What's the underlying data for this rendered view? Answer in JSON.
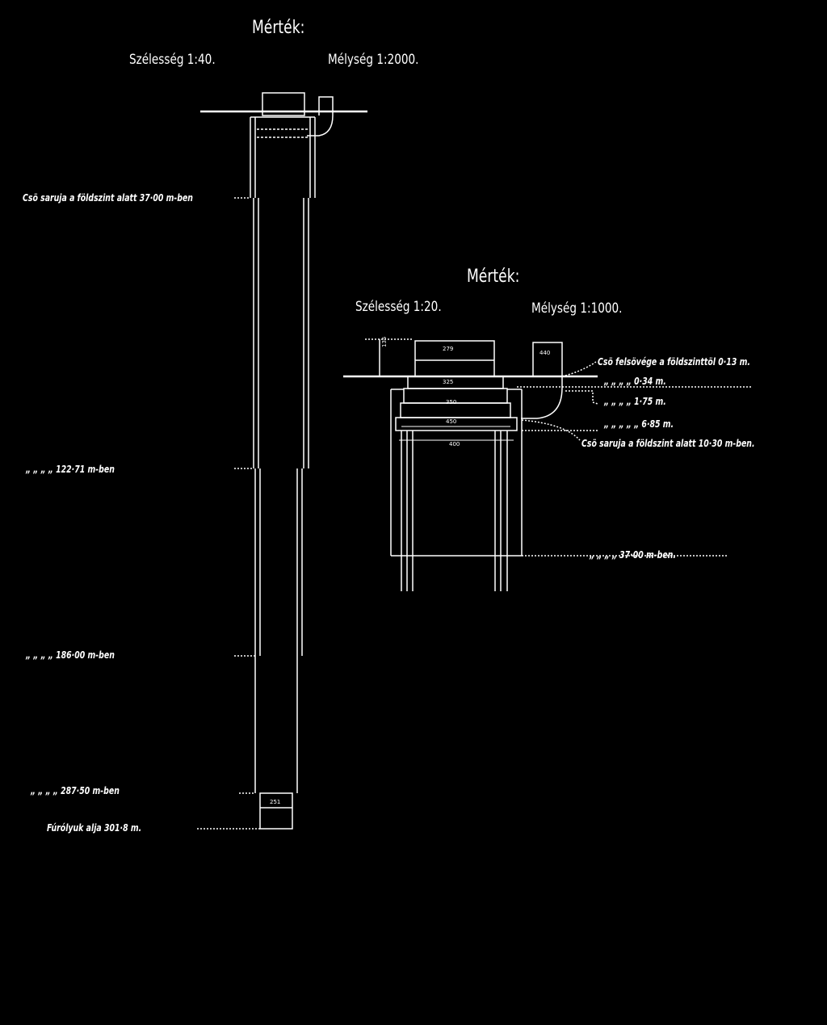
{
  "left_diagram": {
    "scale_title": "Mérték:",
    "width_scale": "Szélesség 1:40.",
    "depth_scale": "Mélység 1:2000.",
    "labels": {
      "shoe_37": "Csö saruja a földszint alatt 37·00 m-ben",
      "ditto_122": "„ „ „ „ 122·71 m-ben",
      "ditto_186": "„ „ „ „ 186·00 m-ben",
      "ditto_287": "„ „ „ „ 287·50 m-ben",
      "bottom": "Fúrólyuk alja 301·8 m."
    },
    "dims": {
      "bottom_pipe": "251"
    }
  },
  "right_diagram": {
    "scale_title": "Mérték:",
    "width_scale": "Szélesség 1:20.",
    "depth_scale": "Mélység 1:1000.",
    "labels": {
      "top_end": "Csö felsövége a földszinttöl 0·13 m.",
      "l_034": "„ „ „ „ 0·34 m.",
      "l_175": "„ „ „ „ 1·75 m.",
      "l_685": "„ „ „ „ „ 6·85 m.",
      "shoe_1030": "Csö saruja a földszint alatt 10·30 m-ben.",
      "l_37": "„ „ „ „ 37·00 m-ben."
    },
    "dims": {
      "d_279": "279",
      "d_440": "440",
      "d_325": "325",
      "d_350": "350",
      "d_450": "450",
      "d_400": "400",
      "d_height": "135"
    }
  }
}
